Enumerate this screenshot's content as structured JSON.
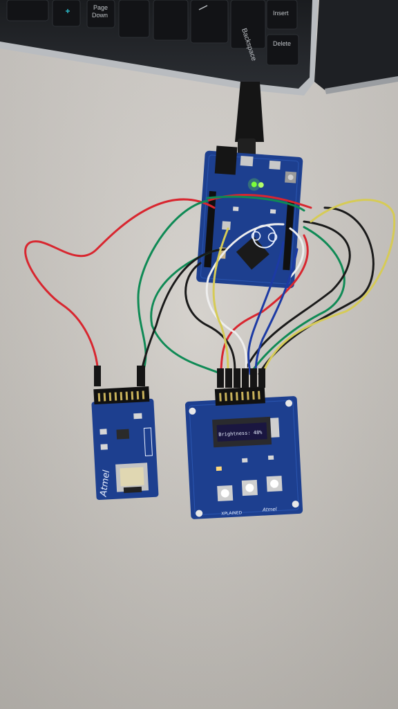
{
  "keyboard": {
    "keys": {
      "page_down": [
        "Page",
        "Down"
      ],
      "backspace": "Backspace",
      "insert": "Insert",
      "delete": "Delete"
    }
  },
  "sd_board": {
    "brand": "Atmel"
  },
  "oled_board": {
    "brand": "Atmel",
    "footer": "XPLAINED",
    "display_text": "Brightness: 48%"
  },
  "colors": {
    "table": "#cfcbc6",
    "pcb_blue": "#1d3f8f",
    "wire_red": "#d8262f",
    "wire_green": "#0f8a55",
    "wire_black": "#1a1a1a",
    "wire_white": "#eeeeee",
    "wire_yellow": "#d6cb56",
    "wire_blue": "#1c3aa4"
  }
}
